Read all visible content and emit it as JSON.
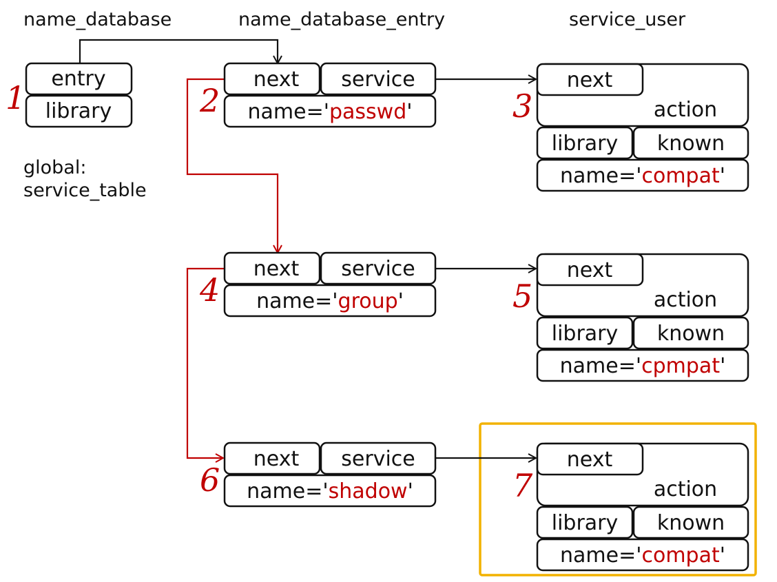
{
  "headers": {
    "name_database": "name_database",
    "name_database_entry": "name_database_entry",
    "service_user": "service_user",
    "global_line1": "global:",
    "global_line2": "service_table"
  },
  "name_database": {
    "number": "1",
    "entry": "entry",
    "library": "library"
  },
  "entries": [
    {
      "number": "2",
      "next": "next",
      "service": "service",
      "name_prefix": "name='",
      "name_value": "passwd",
      "name_suffix": "'"
    },
    {
      "number": "4",
      "next": "next",
      "service": "service",
      "name_prefix": "name='",
      "name_value": "group",
      "name_suffix": "'"
    },
    {
      "number": "6",
      "next": "next",
      "service": "service",
      "name_prefix": "name='",
      "name_value": "shadow",
      "name_suffix": "'"
    }
  ],
  "service_users": [
    {
      "number": "3",
      "next": "next",
      "action": "action",
      "library": "library",
      "known": "known",
      "name_prefix": "name='",
      "name_value": "compat",
      "name_suffix": "'"
    },
    {
      "number": "5",
      "next": "next",
      "action": "action",
      "library": "library",
      "known": "known",
      "name_prefix": "name='",
      "name_value": "cpmpat",
      "name_suffix": "'"
    },
    {
      "number": "7",
      "next": "next",
      "action": "action",
      "library": "library",
      "known": "known",
      "name_prefix": "name='",
      "name_value": "compat",
      "name_suffix": "'"
    }
  ],
  "colors": {
    "number": "#c00000",
    "value_text": "#c00000",
    "link_arrow": "#c00000",
    "pointer_arrow": "#111111",
    "highlight": "#f2b200"
  }
}
